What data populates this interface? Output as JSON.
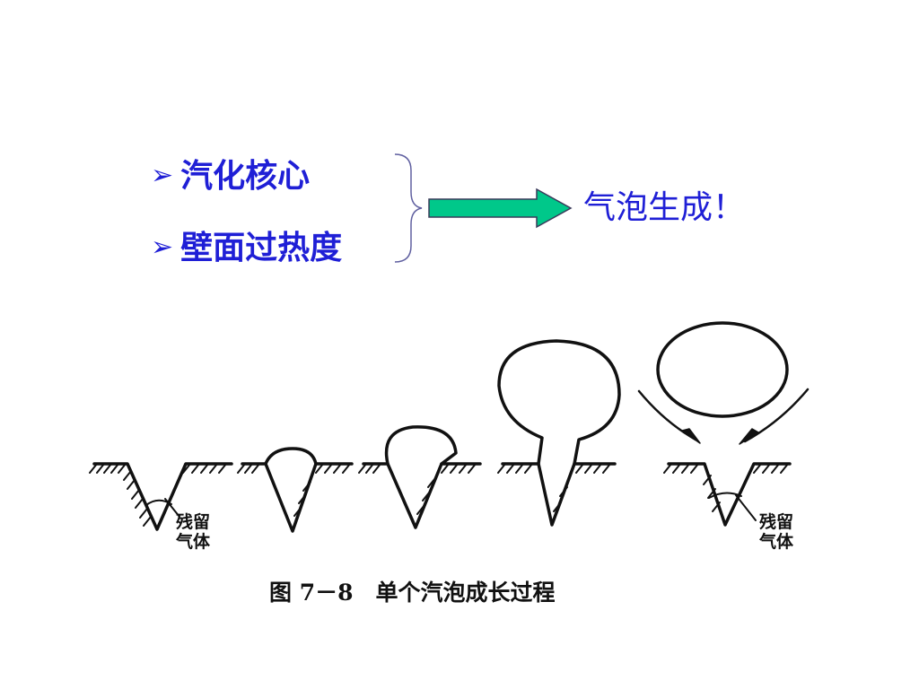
{
  "bullets": [
    {
      "mark": "➢",
      "text": "汽化核心"
    },
    {
      "mark": "➢",
      "text": "壁面过热度"
    }
  ],
  "result": "气泡生成！",
  "arrow_color": "#00c88a",
  "text_color": "#1f1fd6",
  "figure": {
    "label_left": [
      "残留",
      "气体"
    ],
    "label_right": [
      "残留",
      "气体"
    ],
    "caption": "图 7－8　单个汽泡成长过程"
  }
}
